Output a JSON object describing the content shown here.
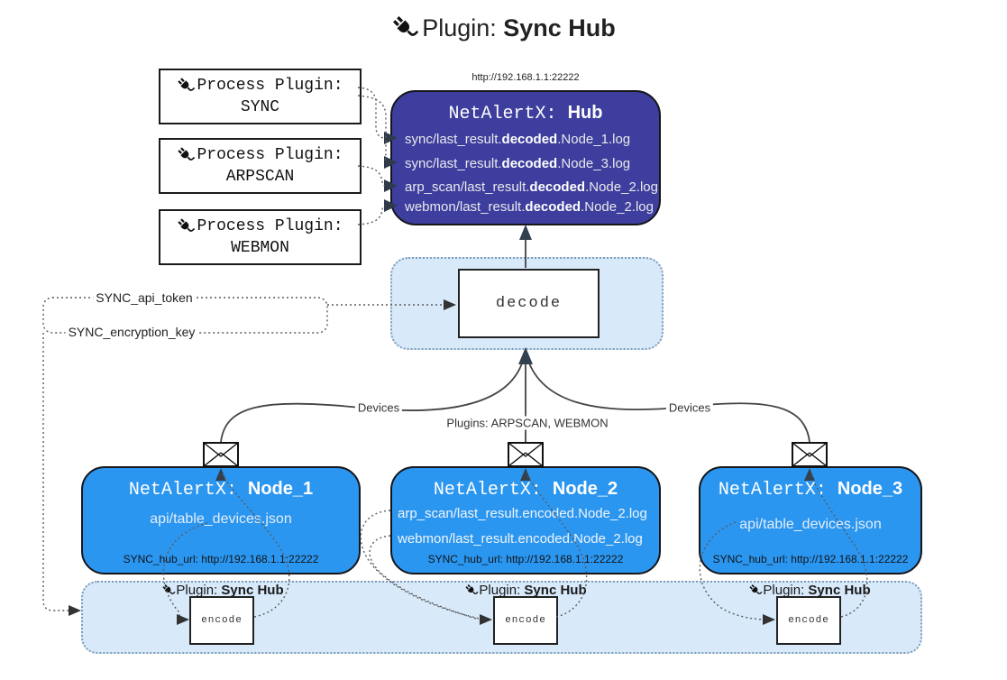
{
  "title": {
    "icon": "plug-icon",
    "pre": "Plugin: ",
    "bold": "Sync Hub"
  },
  "hub": {
    "url": "http://192.168.1.1:22222",
    "prefix": "NetAlertX: ",
    "name": "Hub",
    "logs": [
      {
        "pre": "sync/last_result.",
        "bold": "decoded",
        "post": ".Node_1.log"
      },
      {
        "pre": "sync/last_result.",
        "bold": "decoded",
        "post": ".Node_3.log"
      },
      {
        "pre": "arp_scan/last_result.",
        "bold": "decoded",
        "post": ".Node_2.log"
      },
      {
        "pre": "webmon/last_result.",
        "bold": "decoded",
        "post": ".Node_2.log"
      }
    ]
  },
  "process_plugins": [
    {
      "title": "Process Plugin:",
      "name": "SYNC"
    },
    {
      "title": "Process Plugin:",
      "name": "ARPSCAN"
    },
    {
      "title": "Process Plugin:",
      "name": "WEBMON"
    }
  ],
  "decode_label": "decode",
  "config": {
    "api_token": "SYNC_api_token",
    "encryption_key": "SYNC_encryption_key"
  },
  "edge_labels": {
    "devices_left": "Devices",
    "plugins_mid": "Plugins: ARPSCAN, WEBMON",
    "devices_right": "Devices"
  },
  "nodes": [
    {
      "prefix": "NetAlertX: ",
      "name": "Node_1",
      "file1": "api/table_devices.json",
      "hub_url": "SYNC_hub_url: http://192.168.1.1:22222"
    },
    {
      "prefix": "NetAlertX: ",
      "name": "Node_2",
      "file1": "arp_scan/last_result.encoded.Node_2.log",
      "file2": "webmon/last_result.encoded.Node_2.log",
      "hub_url": "SYNC_hub_url: http://192.168.1.1:22222"
    },
    {
      "prefix": "NetAlertX: ",
      "name": "Node_3",
      "file1": "api/table_devices.json",
      "hub_url": "SYNC_hub_url: http://192.168.1.1:22222"
    }
  ],
  "encoders": [
    {
      "pre": "Plugin: ",
      "bold": "Sync Hub",
      "box": "encode"
    },
    {
      "pre": "Plugin: ",
      "bold": "Sync Hub",
      "box": "encode"
    },
    {
      "pre": "Plugin: ",
      "bold": "Sync Hub",
      "box": "encode"
    }
  ],
  "colors": {
    "hub_bg": "#3E3E9E",
    "node_bg": "#2B96F0",
    "panel_bg": "#D8E9FA",
    "panel_border": "#7F9DB8",
    "arrow_dark": "#32404F"
  }
}
